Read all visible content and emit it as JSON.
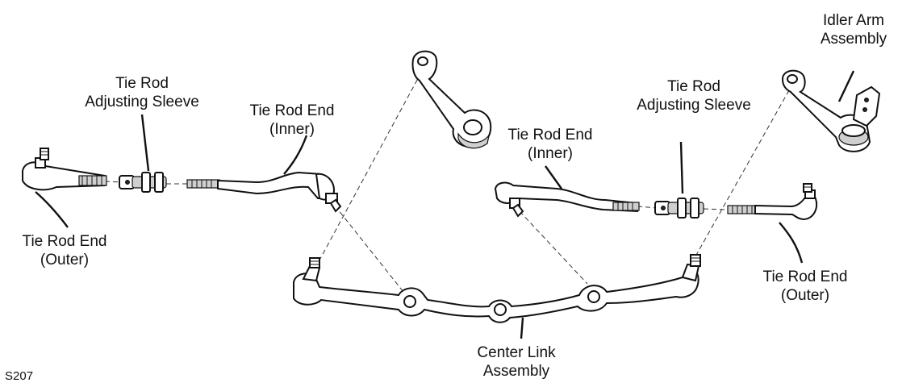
{
  "figure_code": "S207",
  "labels": {
    "idler_arm": [
      "Idler Arm",
      "Assembly"
    ],
    "sleeve_left": [
      "Tie Rod",
      "Adjusting Sleeve"
    ],
    "sleeve_right": [
      "Tie Rod",
      "Adjusting Sleeve"
    ],
    "inner_left": [
      "Tie Rod End",
      "(Inner)"
    ],
    "inner_right": [
      "Tie Rod End",
      "(Inner)"
    ],
    "outer_left": [
      "Tie Rod End",
      "(Outer)"
    ],
    "outer_right": [
      "Tie Rod End",
      "(Outer)"
    ],
    "center_link": [
      "Center Link",
      "Assembly"
    ]
  }
}
